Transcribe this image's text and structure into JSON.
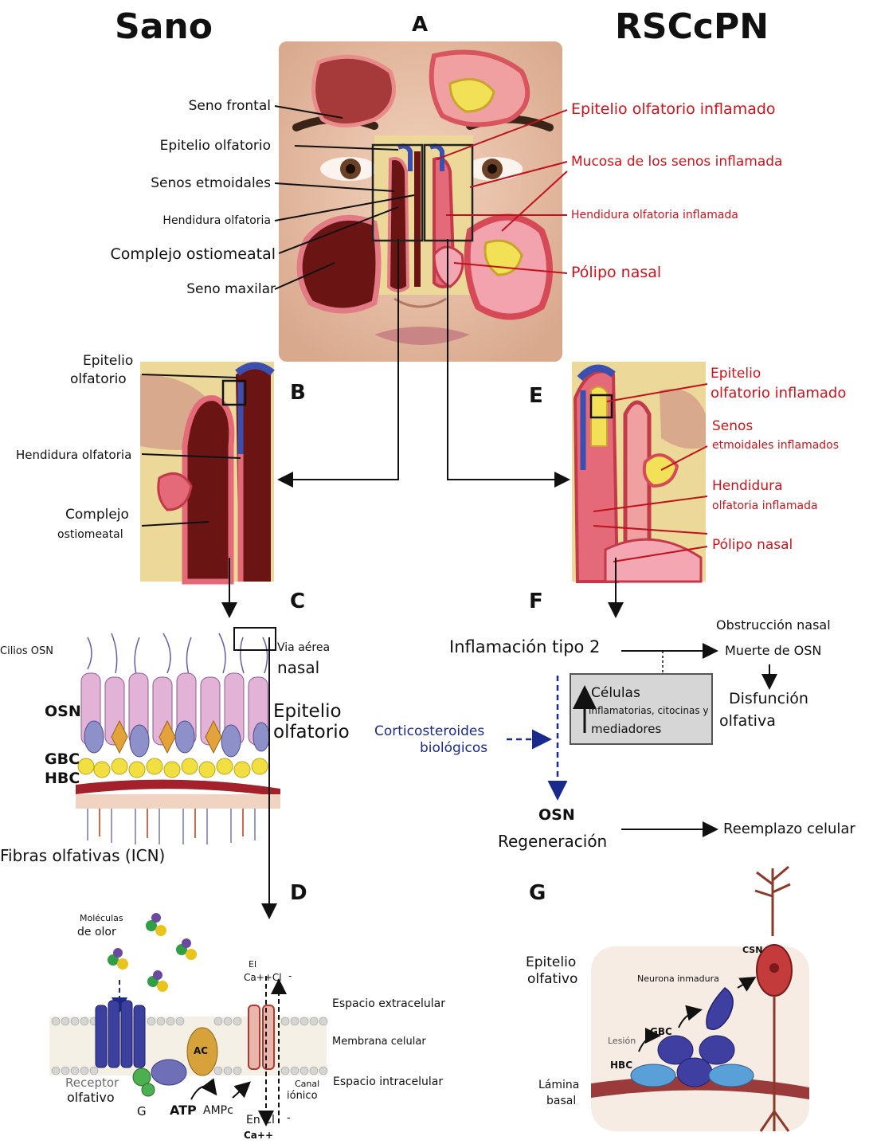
{
  "headers": {
    "left": "Sano",
    "center": "A",
    "right": "RSCcPN"
  },
  "panel_letters": {
    "b": "B",
    "c": "C",
    "d": "D",
    "e": "E",
    "f": "F",
    "g": "G"
  },
  "panel_a": {
    "left_labels": [
      "Seno frontal",
      "Epitelio olfatorio",
      "Senos etmoidales",
      "Hendidura olfatoria",
      "Complejo ostiomeatal",
      "Seno maxilar"
    ],
    "right_labels": [
      "Epitelio olfatorio inflamado",
      "Mucosa de los senos inflamada",
      "Hendidura olfatoria inflamada",
      "Pólipo nasal"
    ]
  },
  "panel_b": {
    "epitelio_1": "Epitelio",
    "epitelio_2": "olfatorio",
    "hendidura": "Hendidura olfatoria",
    "complejo_1": "Complejo",
    "complejo_2": "ostiomeatal"
  },
  "panel_e": {
    "epitelio_1": "Epitelio",
    "epitelio_2": "olfatorio inflamado",
    "senos_1": "Senos",
    "senos_2": "etmoidales inflamados",
    "hendidura_1": "Hendidura",
    "hendidura_2": "olfatoria inflamada",
    "polipo": "Pólipo nasal"
  },
  "panel_c": {
    "cilios": "Cilios OSN",
    "via_1": "Via aérea",
    "via_2": "nasal",
    "osn": "OSN",
    "gbc": "GBC",
    "hbc": "HBC",
    "epitelio_1": "Epitelio",
    "epitelio_2": "olfatorio",
    "fibras": "Fibras olfativas (ICN)"
  },
  "panel_d": {
    "moleculas_1": "Moléculas",
    "moleculas_2": "de olor",
    "el": "El",
    "ca_cl_top": "Ca++Cl",
    "minus_top": "-",
    "espacio_extra": "Espacio extracelular",
    "membrana": "Membrana celular",
    "espacio_intra": "Espacio intracelular",
    "ac": "AC",
    "receptor_1": "Receptor",
    "receptor_2": "olfativo",
    "g": "G",
    "atp": "ATP",
    "ampc": "AMPc",
    "canal_1": "Canal",
    "canal_2": "iónico",
    "en_cl": "En Cl",
    "minus_bottom": "-",
    "ca_bottom": "Ca++"
  },
  "panel_f": {
    "obstruccion": "Obstrucción nasal",
    "inflamacion": "Inflamación tipo 2",
    "muerte": "Muerte de OSN",
    "disfuncion_1": "Disfunción",
    "disfuncion_2": "olfativa",
    "box_1": "Células",
    "box_2": "inflamatorias, citocinas y",
    "box_3": "mediadores",
    "cortico_1": "Corticosteroides",
    "cortico_2": "biológicos",
    "osn": "OSN",
    "regeneracion": "Regeneración",
    "reemplazo": "Reemplazo celular"
  },
  "panel_g": {
    "epitelio_1": "Epitelio",
    "epitelio_2": "olfativo",
    "csn": "CSN",
    "neurona": "Neurona inmadura",
    "gbc": "GBC",
    "lesion": "Lesión",
    "hbc": "HBC",
    "lamina_1": "Lámina",
    "lamina_2": "basal"
  },
  "colors": {
    "red_label": "#d0121b",
    "blue_label": "#1a2a8c",
    "epithelium_blue": "#3b4fb0",
    "mucosa_pink": "#e46a7a",
    "sinus_dark": "#6b1414",
    "bone": "#e9dfb0"
  }
}
